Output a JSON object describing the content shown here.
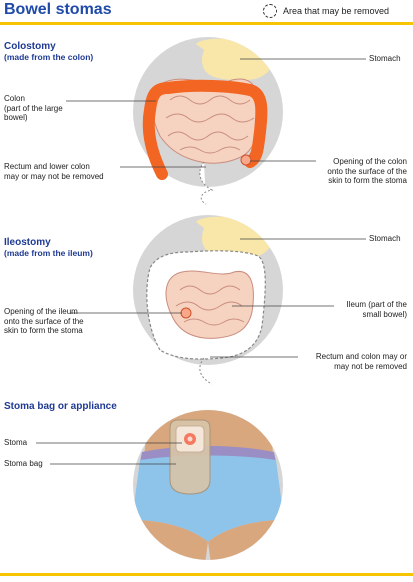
{
  "header": {
    "title": "Bowel stomas",
    "legend": "Area that may be removed"
  },
  "sections": {
    "colostomy": {
      "title": "Colostomy",
      "subtitle": "(made from the colon)",
      "labels": {
        "stomach": "Stomach",
        "colon": [
          "Colon",
          "(part of the large",
          "bowel)"
        ],
        "rectum": [
          "Rectum and lower colon",
          "may or may not be removed"
        ],
        "opening": [
          "Opening of the colon",
          "onto the surface of the",
          "skin to form the stoma"
        ]
      }
    },
    "ileostomy": {
      "title": "Ileostomy",
      "subtitle": "(made from the ileum)",
      "labels": {
        "stomach": "Stomach",
        "opening": [
          "Opening of the ileum",
          "onto the surface of the",
          "skin to form the stoma"
        ],
        "ileum": [
          "Ileum (part of the",
          "small bowel)"
        ],
        "rectum": [
          "Rectum and colon may or",
          "may not be removed"
        ]
      }
    },
    "bag": {
      "title": "Stoma bag or appliance",
      "labels": {
        "stoma": "Stoma",
        "stoma_bag": "Stoma bag"
      }
    }
  },
  "colors": {
    "title_blue": "#1f4aa8",
    "accent_yellow": "#f6c400",
    "circle_grey": "#d6d6d6",
    "colon_orange": "#f26522",
    "intestine_pink": "#f6d2c0",
    "stomach_yellow": "#f8e7a8",
    "skin": "#d9a77e",
    "underwear_blue": "#8ec3ea",
    "waistband_purple": "#9a8ec4"
  }
}
